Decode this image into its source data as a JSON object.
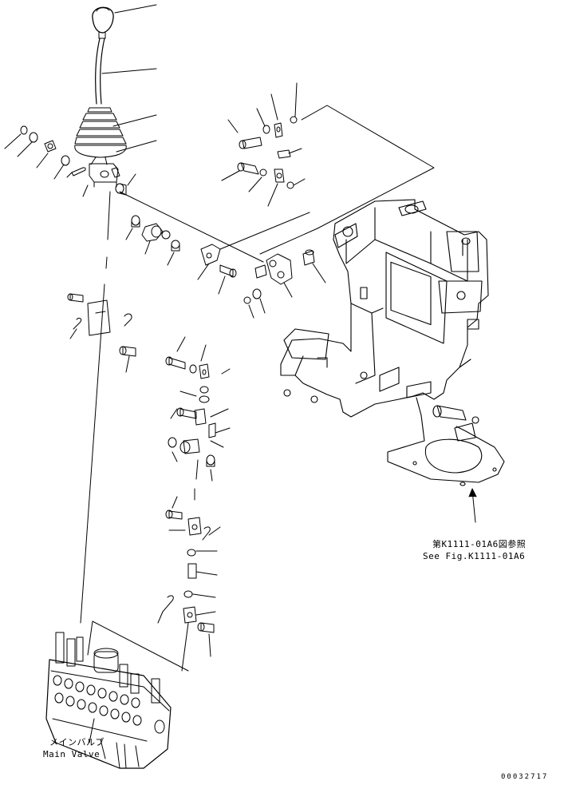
{
  "main_valve": {
    "jp_label": "メインバルブ",
    "en_label": "Main Valve"
  },
  "reference": {
    "jp_label": "第K1111-01A6図参照",
    "en_label": "See Fig.K1111-01A6"
  },
  "drawing_code": "00032717"
}
